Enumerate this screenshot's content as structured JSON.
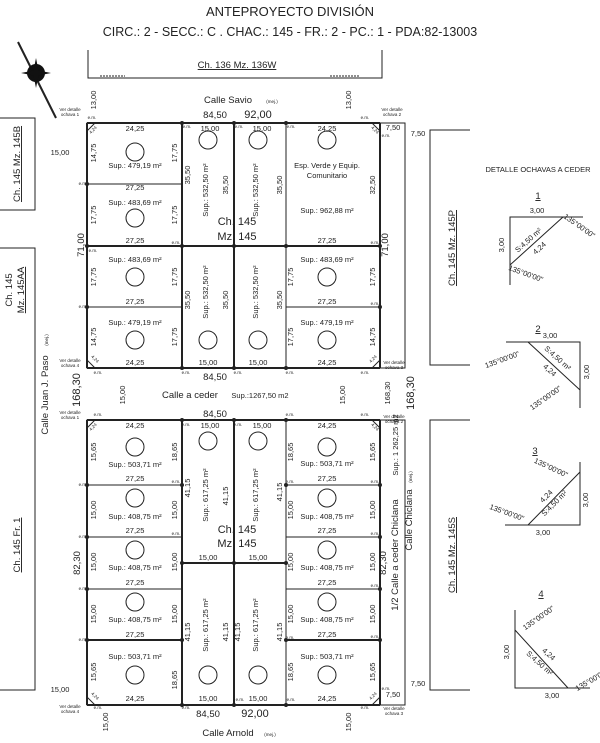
{
  "header": {
    "title": "ANTEPROYECTO DIVISIÓN",
    "subtitle": "CIRC.: 2 - SECC.: C . CHAC.: 145 - FR.: 2 - PC.: 1 - PDA:82-13003"
  },
  "neighbors": {
    "north": "Ch. 136   Mz. 136W",
    "east_upper": "Ch. 145   Mz. 145P",
    "east_lower": "Ch. 145   Mz. 145S",
    "west_upper": "Ch. 145   Mz. 145B",
    "west_mid_1": "Ch. 145",
    "west_mid_2": "Mz. 145AA",
    "west_lower": "Ch. 145   Fr. 1"
  },
  "streets": {
    "north": "Calle Savio",
    "south": "Calle Arnold",
    "west": "Calle Juan J. Paso",
    "east": "Calle Chiclana",
    "improved": "(mej.)",
    "ceder": "Calle a ceder",
    "ceder_sup": "Sup.:1267,50 m2",
    "half": "1/2 Calle a ceder Chiclana",
    "half_sup": "Sup.: 1 262,25 m2"
  },
  "block": {
    "ch": "Ch. 145",
    "mz": "Mz. 145"
  },
  "lots": {
    "s47919": "Sup.: 479,19 m²",
    "s48369": "Sup.: 483,69 m²",
    "s53250": "Sup.: 532,50 m²",
    "s96288": "Sup.: 962,88 m²",
    "s50371": "Sup.: 503,71 m²",
    "s40875": "Sup.: 408,75 m²",
    "s61725": "Sup.: 617,25 m²",
    "green1": "Esp. Verde y Equip.",
    "green2": "Comunitario"
  },
  "dims": {
    "d2425": "24,25",
    "d2725": "27,25",
    "d1500": "15,00",
    "d1775": "17,75",
    "d1475": "14,75",
    "d3550": "35,50",
    "d3250": "32,50",
    "d7100": "71,00",
    "d8450": "84,50",
    "d9200": "92,00",
    "d1300": "13,00",
    "d750": "7,50",
    "d424": "4,24",
    "d16830": "168,30",
    "d8230": "82,30",
    "d1565": "15,65",
    "d1865": "18,65",
    "d4115": "41,15"
  },
  "marks": {
    "em": "e.m.",
    "ver": "Ver detalle",
    "o1": "ochava 1",
    "o2": "ochava 2",
    "o3": "ochava 3",
    "o4": "ochava 4"
  },
  "detail": {
    "title": "DETALLE OCHAVAS A CEDER",
    "n1": "1",
    "n2": "2",
    "n3": "3",
    "n4": "4",
    "side": "3,00",
    "area": "S:4,50 m²",
    "diag": "4,24",
    "angle": "135°00'00\""
  }
}
